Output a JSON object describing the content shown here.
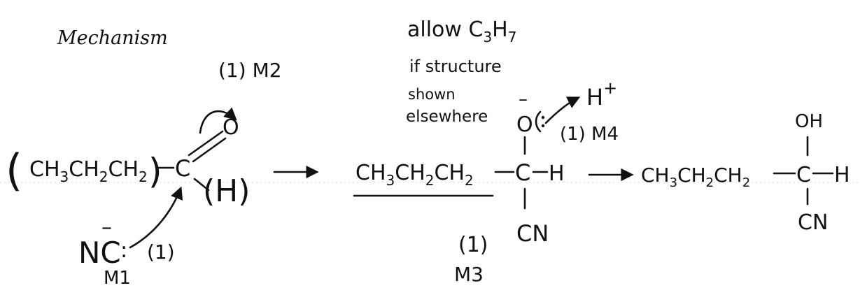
{
  "heading": "Mechanism",
  "notes": {
    "allow_line1": "allow C",
    "allow_line1_sub1": "3",
    "allow_line1_mid": "H",
    "allow_line1_sub2": "7",
    "allow_line2": "if structure",
    "allow_line3": "shown",
    "allow_line4": "elsewhere"
  },
  "marks": {
    "m2": "(1) M2",
    "m1_one": "(1)",
    "m1": "M1",
    "m3_one": "(1)",
    "m3": "M3",
    "m4": "(1) M4"
  },
  "reactant": {
    "open_paren": "(",
    "chain": "CH",
    "chain_sub1": "3",
    "chain_mid": "CH",
    "chain_sub2": "2",
    "chain_end": "CH",
    "chain_sub3": "2",
    "close_paren": ")",
    "carbon": "C",
    "oxygen": "O",
    "hydrogen": "(H)",
    "nucleophile": "NC",
    "nuc_charge": "–",
    "nuc_dots": ":"
  },
  "intermediate": {
    "chain": "CH",
    "chain_sub1": "3",
    "chain_mid": "CH",
    "chain_sub2": "2",
    "chain_end": "CH",
    "chain_sub3": "2",
    "carbon": "C",
    "hydrogen": "H",
    "oxygen": "O",
    "o_charge": "–",
    "proton": "H",
    "proton_charge": "+",
    "cn": "CN"
  },
  "product": {
    "chain": "CH",
    "chain_sub1": "3",
    "chain_mid": "CH",
    "chain_sub2": "2",
    "chain_end": "CH",
    "chain_sub3": "2",
    "carbon": "C",
    "hydrogen": "H",
    "oh": "OH",
    "cn": "CN"
  }
}
